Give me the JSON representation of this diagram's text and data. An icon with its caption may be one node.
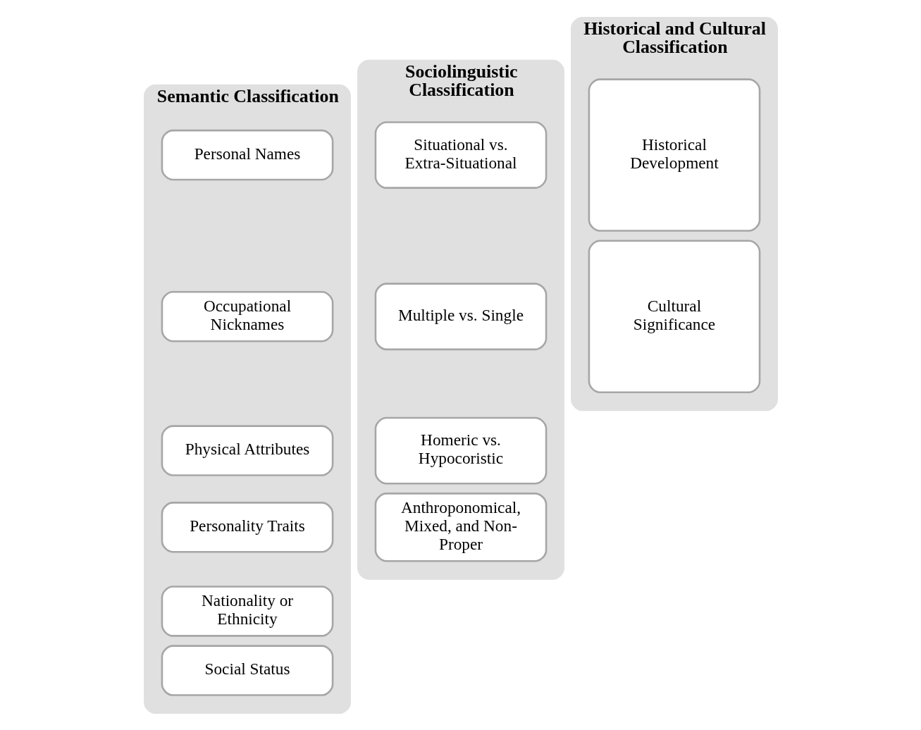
{
  "diagram": {
    "nodes": [
      {
        "text": [
          "Semantic Classification"
        ]
      },
      {
        "text": [
          "Personal Names"
        ],
        "in": 0
      },
      {
        "text": [
          "Occupational Nicknames"
        ],
        "in": 0
      },
      {
        "text": [
          "Physical Attributes"
        ],
        "in": 0
      },
      {
        "text": [
          "Personality Traits"
        ],
        "in": 0
      },
      {
        "text": [
          "Nationality or Ethnicity"
        ],
        "in": 0
      },
      {
        "text": [
          "Social Status"
        ],
        "in": 0
      },
      {
        "text": [
          "Sociolinguistic Classification"
        ]
      },
      {
        "text": [
          "Situational vs. Extra-Situational"
        ],
        "in": 7
      },
      {
        "text": [
          "Multiple vs. Single"
        ],
        "in": 7
      },
      {
        "text": [
          "Homeric vs. Hypocoristic"
        ],
        "in": 7
      },
      {
        "text": [
          "Anthroponomical, Mixed, and Non-Proper"
        ],
        "in": 7
      },
      {
        "text": [
          "Historical and Cultural Classification"
        ]
      },
      {
        "text": [
          "Historical Development"
        ],
        "in": 12
      },
      {
        "text": [
          "Cultural Significance"
        ],
        "in": 12
      }
    ]
  }
}
